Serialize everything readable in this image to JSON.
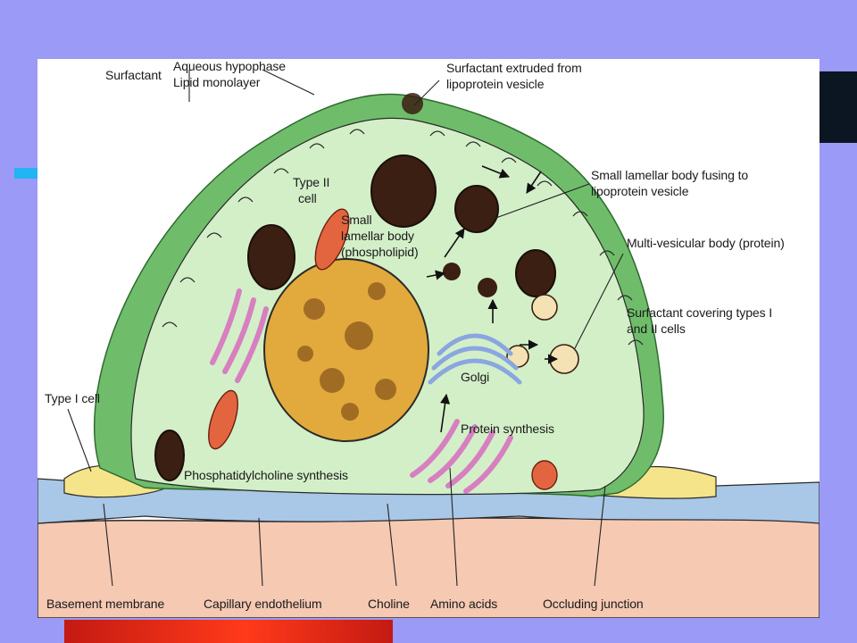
{
  "labels": {
    "surfactant": "Surfactant",
    "aqueous_hypophase": "Aqueous hypophase",
    "lipid_monolayer": "Lipid monolayer",
    "surfactant_extruded_line1": "Surfactant extruded from",
    "surfactant_extruded_line2": "lipoprotein vesicle",
    "small_lamellar_fusing_line1": "Small lamellar body fusing to",
    "small_lamellar_fusing_line2": "lipoprotein vesicle",
    "multi_vesicular_body": "Multi-vesicular body (protein)",
    "surfactant_covering_line1": "Surfactant covering types I",
    "surfactant_covering_line2": "and II cells",
    "type_ii_cell_line1": "Type II",
    "type_ii_cell_line2": "cell",
    "small_lamellar_body_line1": "Small",
    "small_lamellar_body_line2": "lamellar body",
    "small_lamellar_body_line3": "(phospholipid)",
    "golgi": "Golgi",
    "protein_synthesis": "Protein synthesis",
    "type_i_cell": "Type I cell",
    "phosphatidylcholine_synthesis": "Phosphatidylcholine synthesis",
    "basement_membrane": "Basement membrane",
    "capillary_endothelium": "Capillary endothelium",
    "choline": "Choline",
    "amino_acids": "Amino acids",
    "occluding_junction": "Occluding junction"
  },
  "colors": {
    "slide_background": "#9b9af6",
    "surfactant_layer": "#6fbd6b",
    "cytoplasm": "#d3efc8",
    "nucleus": "#e2a93c",
    "lamellar_body": "#3b1f12",
    "mitochondria": "#e3653f",
    "endoplasmic_reticulum": "#d77fc0",
    "golgi": "#8aa6e0",
    "type_i_cell": "#f6e48a",
    "basement_membrane": "#a9c7e6",
    "capillary_endothelium": "#f6c9b3"
  }
}
